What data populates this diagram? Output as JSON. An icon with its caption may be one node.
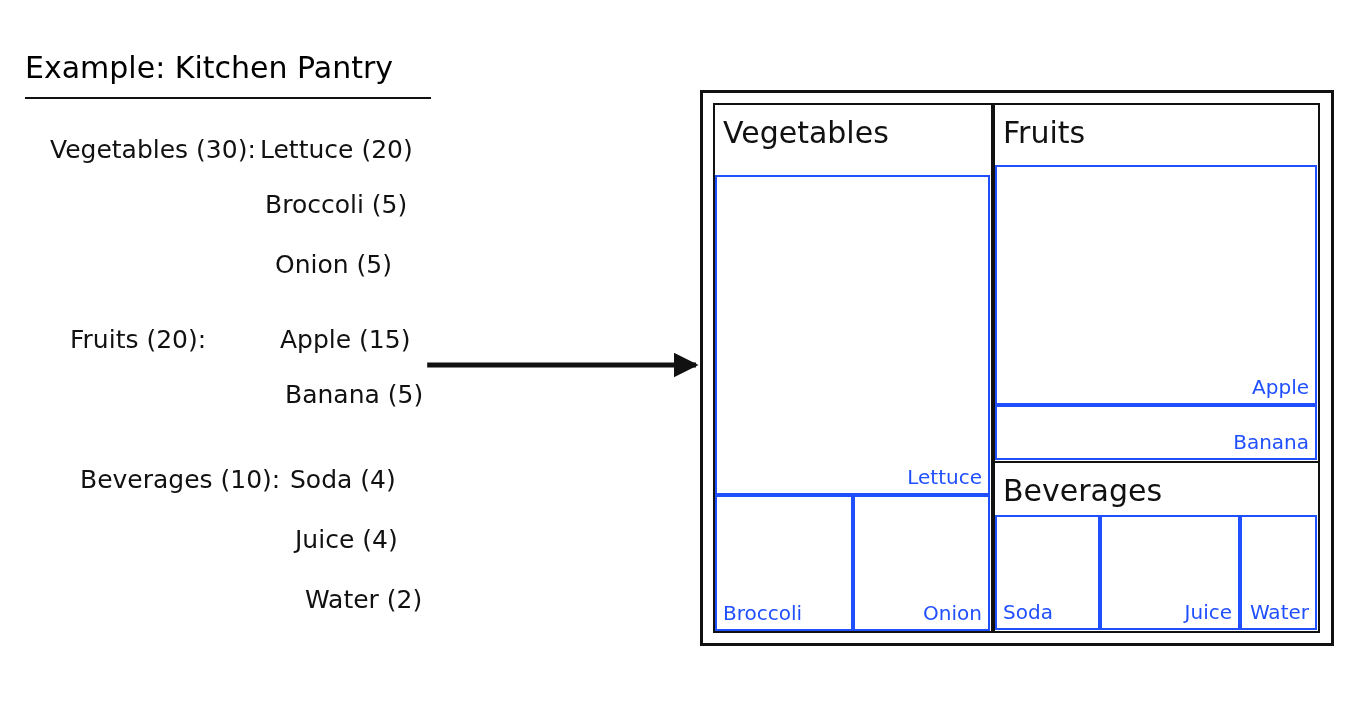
{
  "diagram": {
    "title": "Example: Kitchen Pantry",
    "nodes": [
      {
        "text": [
          "Vegetables (30):",
          "Lettuce (20)",
          "Broccoli (5)",
          "Onion (5)",
          "Fruits (20):",
          "Apple (15)",
          "Banana (5)",
          "Beverages (10):",
          "Soda (4)",
          "Juice (4)",
          "Water (2)"
        ]
      },
      {
        "text": [],
        "shape": "box"
      },
      {
        "text": [
          "Vegetables"
        ],
        "in": 1
      },
      {
        "text": [
          "Lettuce"
        ],
        "in": 2
      },
      {
        "text": [
          "Broccoli"
        ],
        "in": 2
      },
      {
        "text": [
          "Onion"
        ],
        "in": 2
      },
      {
        "text": [
          "Fruits"
        ],
        "in": 1
      },
      {
        "text": [
          "Apple"
        ],
        "in": 6
      },
      {
        "text": [
          "Banana"
        ],
        "in": 6
      },
      {
        "text": [
          "Beverages"
        ],
        "in": 1
      },
      {
        "text": [
          "Soda"
        ],
        "in": 9
      },
      {
        "text": [
          "Juice"
        ],
        "in": 9
      },
      {
        "text": [
          "Water"
        ],
        "in": 9
      }
    ],
    "edges": [
      {
        "from": 0,
        "to": 1,
        "arrow": "to"
      }
    ]
  }
}
